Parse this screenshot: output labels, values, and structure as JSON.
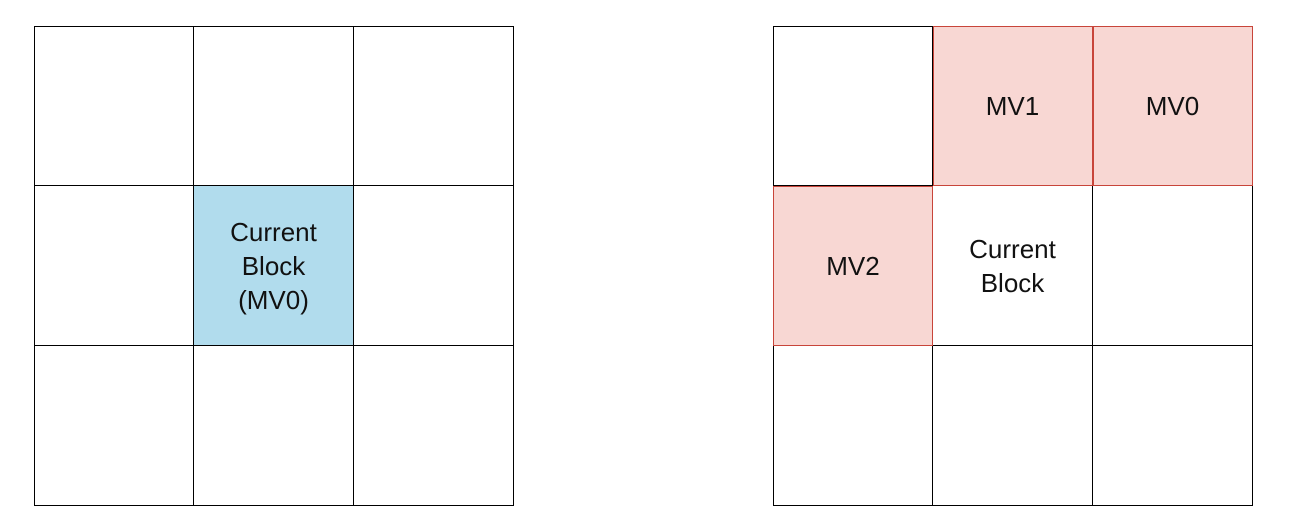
{
  "colors": {
    "current_block_highlight": "#b1dced",
    "candidate_fill": "#f8d7d3",
    "candidate_border": "#c8453a",
    "grid_line": "#000000"
  },
  "left_grid": {
    "cells": [
      {
        "label": ""
      },
      {
        "label": ""
      },
      {
        "label": ""
      },
      {
        "label": ""
      },
      {
        "label": "Current\nBlock\n(MV0)"
      },
      {
        "label": ""
      },
      {
        "label": ""
      },
      {
        "label": ""
      },
      {
        "label": ""
      }
    ]
  },
  "right_grid": {
    "cells": [
      {
        "label": ""
      },
      {
        "label": "MV1"
      },
      {
        "label": "MV0"
      },
      {
        "label": "MV2"
      },
      {
        "label": "Current\nBlock"
      },
      {
        "label": ""
      },
      {
        "label": ""
      },
      {
        "label": ""
      },
      {
        "label": ""
      }
    ]
  }
}
